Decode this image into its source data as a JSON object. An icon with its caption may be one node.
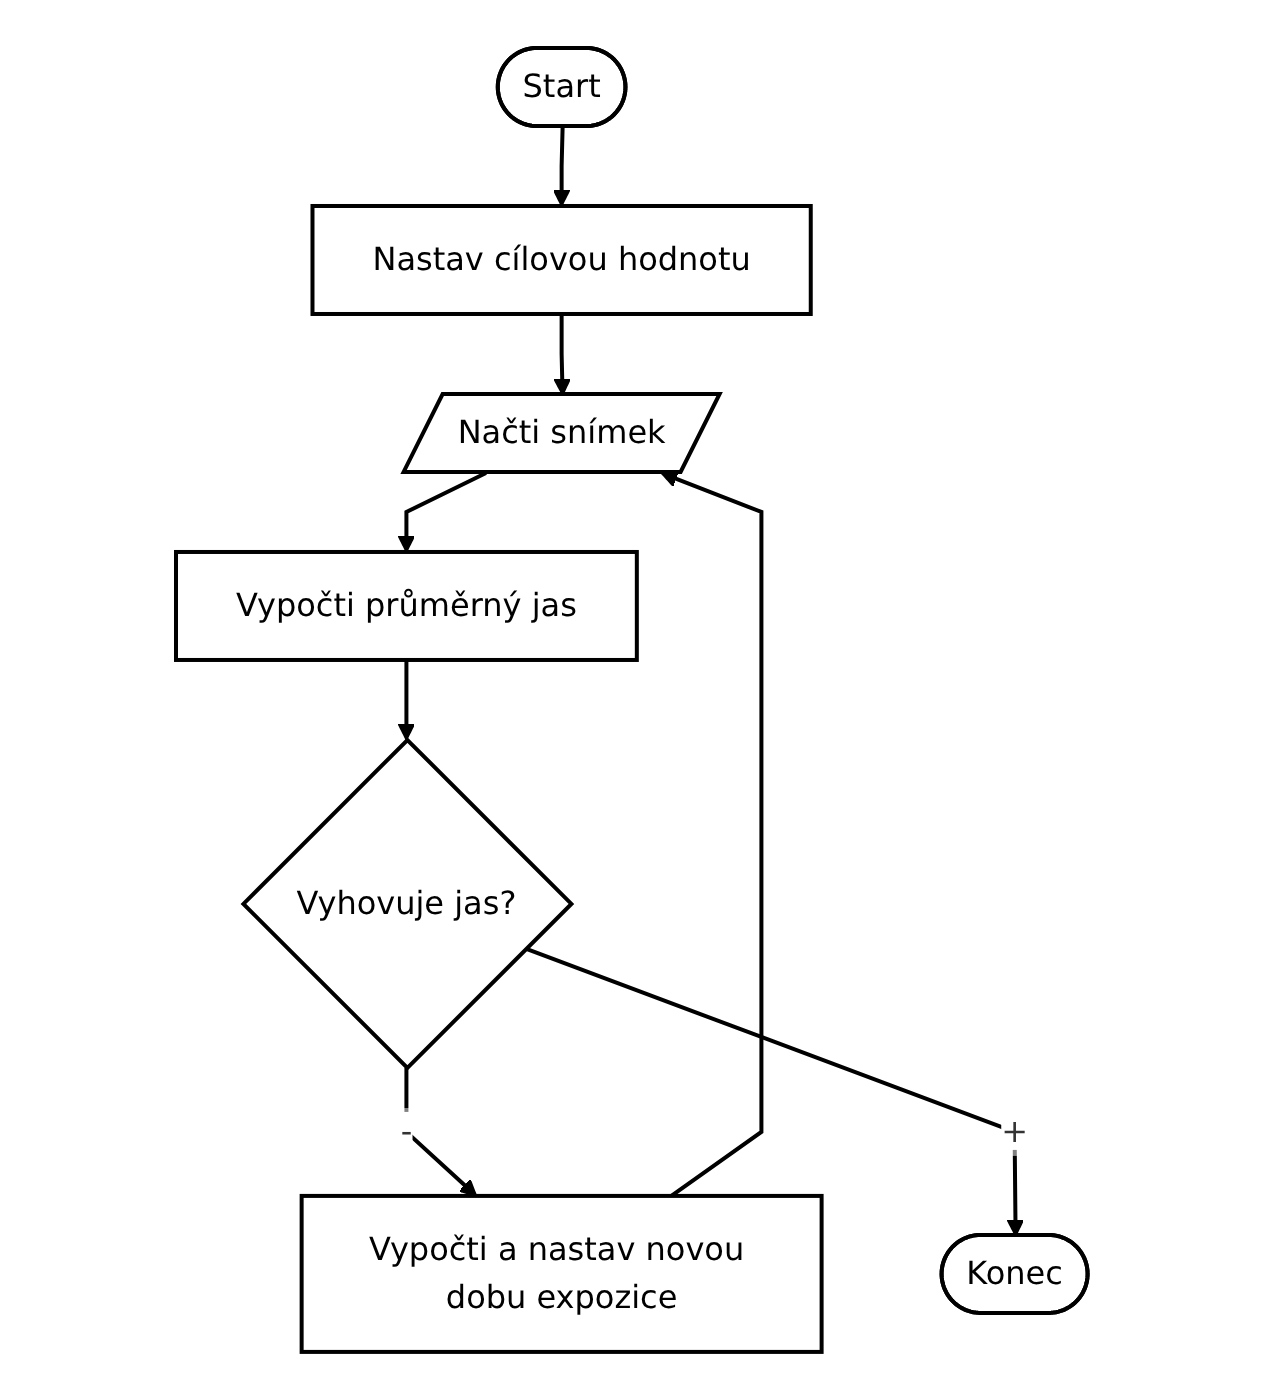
{
  "diagram": {
    "nodes": [
      {
        "text": [
          "Start"
        ]
      },
      {
        "text": [
          "Nastav cílovou hodnotu"
        ]
      },
      {
        "text": [
          "Načti snímek"
        ]
      },
      {
        "text": [
          "Vypočti průměrný jas"
        ]
      },
      {
        "text": [
          "Vyhovuje jas?"
        ]
      },
      {
        "text": [
          "Konec"
        ]
      },
      {
        "text": [
          "Vypočti a nastav novou dobu expozice"
        ]
      }
    ],
    "edges": [
      {
        "from": 0,
        "to": 1,
        "arrow": "to"
      },
      {
        "from": 1,
        "to": 2,
        "arrow": "to"
      },
      {
        "from": 2,
        "to": 3,
        "arrow": "to"
      },
      {
        "from": 3,
        "to": 4,
        "arrow": "to"
      },
      {
        "from": 4,
        "to": 6,
        "arrow": "to",
        "label": "-"
      },
      {
        "from": 4,
        "to": 5,
        "arrow": "to",
        "label": "+"
      },
      {
        "from": 6,
        "to": 2,
        "arrow": "to"
      }
    ]
  }
}
